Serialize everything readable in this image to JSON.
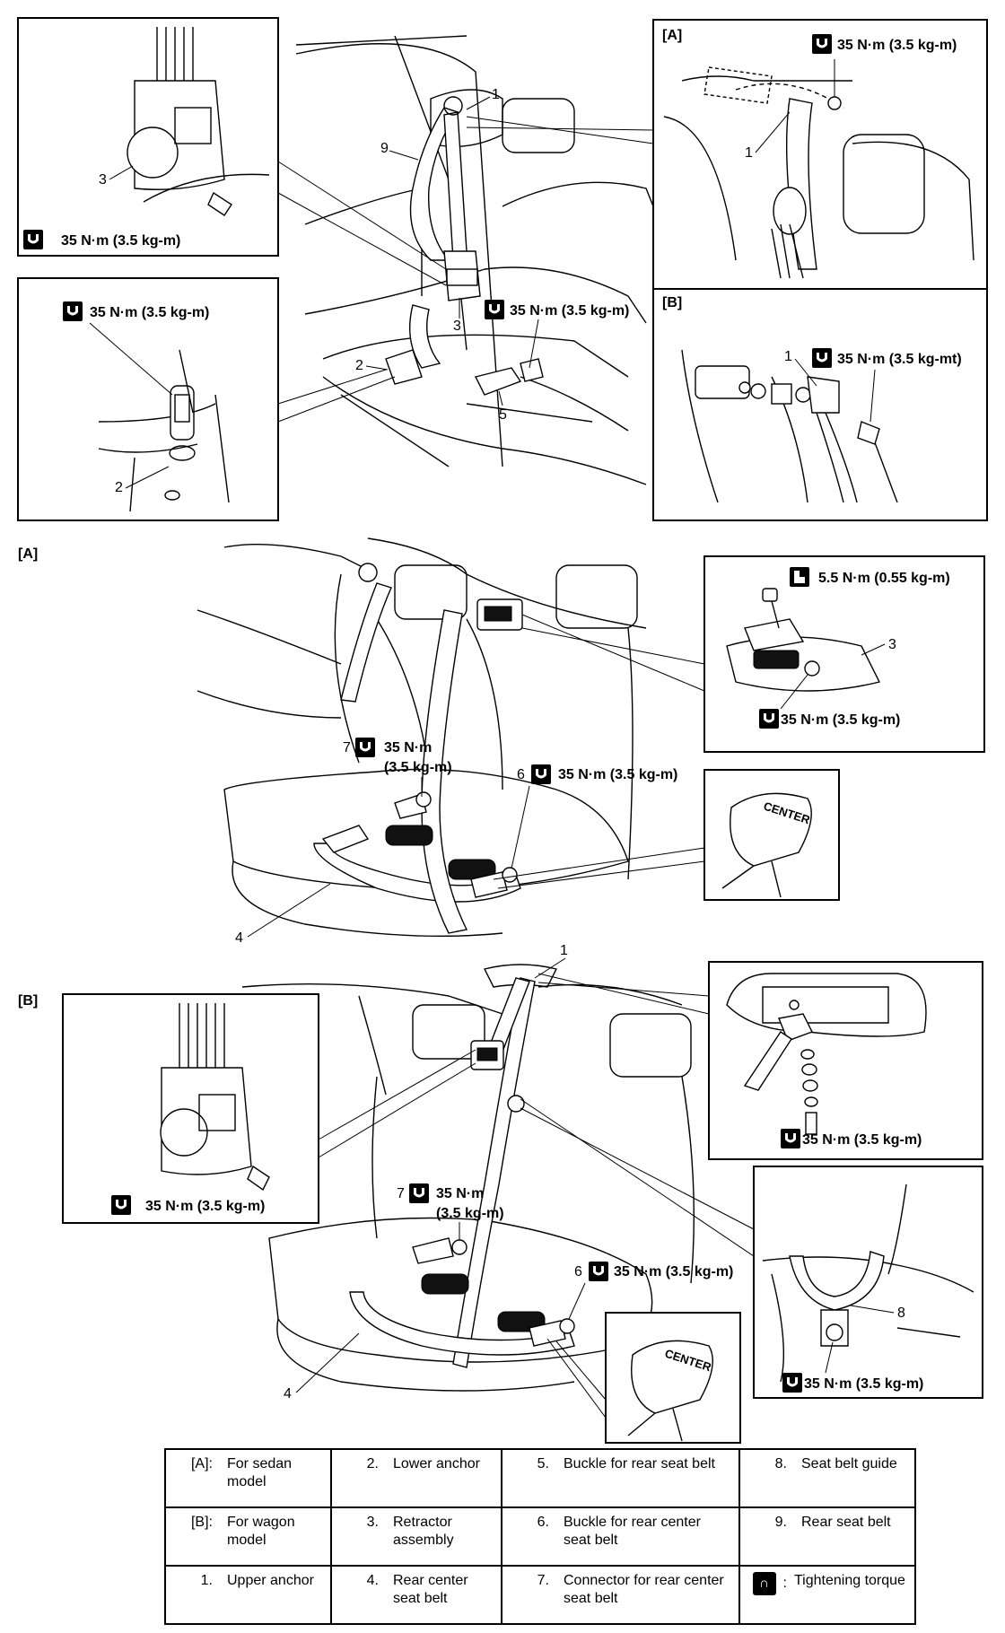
{
  "callouts": {
    "inset_retractor_torque": "35 N·m (3.5 kg-m)",
    "inset_lower_anchor_torque": "35 N·m (3.5 kg-m)",
    "main_retractor_torque": "35 N·m (3.5 kg-m)",
    "inset_a_torque": "35 N·m (3.5 kg-m)",
    "inset_b_torque": "35 N·m (3.5 kg-mt)",
    "sedan_screw_torque": "5.5 N·m (0.55 kg-m)",
    "sedan_retractor_torque": "35 N·m (3.5 kg-m)",
    "sedan_7_torque_line1": "35 N·m",
    "sedan_7_torque_line2": "(3.5 kg-m)",
    "sedan_6_torque": "35 N·m (3.5 kg-m)",
    "wagon_retractor_torque": "35 N·m (3.5 kg-m)",
    "wagon_upper_torque": "35 N·m (3.5 kg-m)",
    "wagon_7_torque_line1": "35 N·m",
    "wagon_7_torque_line2": "(3.5 kg-m)",
    "wagon_6_torque": "35 N·m (3.5 kg-m)",
    "wagon_guide_torque": "35 N·m (3.5 kg-m)"
  },
  "section_labels": {
    "a_inset": "[A]",
    "b_inset": "[B]",
    "a_section": "[A]",
    "b_section": "[B]"
  },
  "buckle_text": "CENTER",
  "numbers": {
    "n1": "1",
    "n2": "2",
    "n3": "3",
    "n4": "4",
    "n5": "5",
    "n6": "6",
    "n7": "7",
    "n8": "8",
    "n9": "9"
  },
  "legend": {
    "r1": [
      {
        "num": "[A]:",
        "text": "For sedan model"
      },
      {
        "num": "2.",
        "text": "Lower anchor"
      },
      {
        "num": "5.",
        "text": "Buckle for rear seat belt"
      },
      {
        "num": "8.",
        "text": "Seat belt guide"
      }
    ],
    "r2": [
      {
        "num": "[B]:",
        "text": "For wagon model"
      },
      {
        "num": "3.",
        "text": "Retractor assembly"
      },
      {
        "num": "6.",
        "text": "Buckle for rear center seat belt"
      },
      {
        "num": "9.",
        "text": "Rear seat belt"
      }
    ],
    "r3": [
      {
        "num": "1.",
        "text": "Upper anchor"
      },
      {
        "num": "4.",
        "text": "Rear center seat belt"
      },
      {
        "num": "7.",
        "text": "Connector for rear center seat belt"
      },
      {
        "num": ":",
        "text": "Tightening torque"
      }
    ]
  },
  "icons": [
    "torque-wrench-icon",
    "screw-torque-icon"
  ]
}
